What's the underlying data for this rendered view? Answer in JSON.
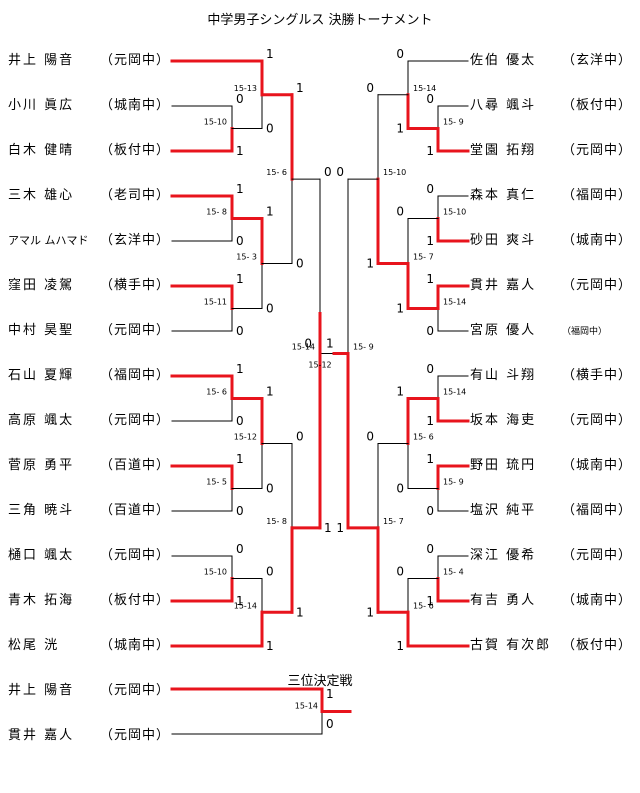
{
  "title": "中学男子シングルス 決勝トーナメント",
  "bronze_title": "三位決定戦",
  "colors": {
    "win": "#e8141d",
    "line": "#000000"
  },
  "left_players": [
    {
      "name": "井上 陽音",
      "team": "（元岡中）"
    },
    {
      "name": "小川 眞広",
      "team": "（城南中）"
    },
    {
      "name": "白木 健晴",
      "team": "（板付中）"
    },
    {
      "name": "三木 雄心",
      "team": "（老司中）"
    },
    {
      "name": "アマル ムハマド",
      "team": "（玄洋中）"
    },
    {
      "name": "窪田 凌駕",
      "team": "（横手中）"
    },
    {
      "name": "中村 昊聖",
      "team": "（元岡中）"
    },
    {
      "name": "石山 夏輝",
      "team": "（福岡中）"
    },
    {
      "name": "高原 颯太",
      "team": "（元岡中）"
    },
    {
      "name": "菅原 勇平",
      "team": "（百道中）"
    },
    {
      "name": "三角 暁斗",
      "team": "（百道中）"
    },
    {
      "name": "樋口 颯太",
      "team": "（元岡中）"
    },
    {
      "name": "青木 拓海",
      "team": "（板付中）"
    },
    {
      "name": "松尾 洸",
      "team": "（城南中）"
    }
  ],
  "right_players": [
    {
      "name": "佐伯 優太",
      "team": "（玄洋中）"
    },
    {
      "name": "八尋 颯斗",
      "team": "（板付中）"
    },
    {
      "name": "堂園 拓翔",
      "team": "（元岡中）"
    },
    {
      "name": "森本 真仁",
      "team": "（福岡中）"
    },
    {
      "name": "砂田 爽斗",
      "team": "（城南中）"
    },
    {
      "name": "貫井 嘉人",
      "team": "（元岡中）"
    },
    {
      "name": "宮原 優人",
      "team": "（福岡中）"
    },
    {
      "name": "有山 斗翔",
      "team": "（横手中）"
    },
    {
      "name": "坂本 海吏",
      "team": "（元岡中）"
    },
    {
      "name": "野田 琉円",
      "team": "（城南中）"
    },
    {
      "name": "塩沢 純平",
      "team": "（福岡中）"
    },
    {
      "name": "深江 優希",
      "team": "（元岡中）"
    },
    {
      "name": "有吉 勇人",
      "team": "（城南中）"
    },
    {
      "name": "古賀 有次郎",
      "team": "（板付中）"
    }
  ],
  "bronze_players": [
    {
      "name": "井上 陽音",
      "team": "（元岡中）"
    },
    {
      "name": "貫井 嘉人",
      "team": "（元岡中）"
    }
  ],
  "matches": {
    "L_r1": [
      {
        "id": "L1",
        "score": "15-10",
        "result": [
          "0",
          "1"
        ]
      },
      {
        "id": "L2",
        "score": "15- 8",
        "result": [
          "1",
          "0"
        ]
      },
      {
        "id": "L3",
        "score": "15-11",
        "result": [
          "1",
          "0"
        ]
      },
      {
        "id": "L4",
        "score": "15- 6",
        "result": [
          "1",
          "0"
        ]
      },
      {
        "id": "L5",
        "score": "15- 5",
        "result": [
          "1",
          "0"
        ]
      },
      {
        "id": "L6",
        "score": "15-10",
        "result": [
          "0",
          "1"
        ]
      }
    ],
    "L_r2": [
      {
        "id": "L7",
        "score": "15-13",
        "result": [
          "1",
          "0"
        ]
      },
      {
        "id": "L8",
        "score": "15- 3",
        "result": [
          "1",
          "0"
        ]
      },
      {
        "id": "L9",
        "score": "15-12",
        "result": [
          "1",
          "0"
        ]
      },
      {
        "id": "L10",
        "score": "15-14",
        "result": [
          "0",
          "1"
        ]
      }
    ],
    "L_r3": [
      {
        "id": "L11",
        "score": "15- 6",
        "result": [
          "1",
          "0"
        ]
      },
      {
        "id": "L12",
        "score": "15- 8",
        "result": [
          "0",
          "1"
        ]
      }
    ],
    "L_sf": {
      "score": "15-14",
      "result": [
        "0",
        "1"
      ]
    },
    "R_r1": [
      {
        "id": "R1",
        "score": "15- 9",
        "result": [
          "0",
          "1"
        ]
      },
      {
        "id": "R2",
        "score": "15-10",
        "result": [
          "0",
          "1"
        ]
      },
      {
        "id": "R3",
        "score": "15-14",
        "result": [
          "1",
          "0"
        ]
      },
      {
        "id": "R4",
        "score": "15-14",
        "result": [
          "0",
          "1"
        ]
      },
      {
        "id": "R5",
        "score": "15- 9",
        "result": [
          "1",
          "0"
        ]
      },
      {
        "id": "R6",
        "score": "15- 4",
        "result": [
          "0",
          "1"
        ]
      }
    ],
    "R_r2": [
      {
        "id": "R7",
        "score": "15-14",
        "result": [
          "0",
          "1"
        ]
      },
      {
        "id": "R8",
        "score": "15- 7",
        "result": [
          "0",
          "1"
        ]
      },
      {
        "id": "R9",
        "score": "15- 6",
        "result": [
          "1",
          "0"
        ]
      },
      {
        "id": "R10",
        "score": "15- 6",
        "result": [
          "0",
          "1"
        ]
      }
    ],
    "R_r3": [
      {
        "id": "R11",
        "score": "15-10",
        "result": [
          "0",
          "1"
        ]
      },
      {
        "id": "R12",
        "score": "15- 7",
        "result": [
          "0",
          "1"
        ]
      }
    ],
    "R_sf": {
      "score": "15- 9",
      "result": [
        "0",
        "1"
      ]
    },
    "final": {
      "score": "15-12",
      "result": [
        "0",
        "1"
      ]
    },
    "bronze": {
      "score": "15-14",
      "result": [
        "1",
        "0"
      ]
    }
  }
}
